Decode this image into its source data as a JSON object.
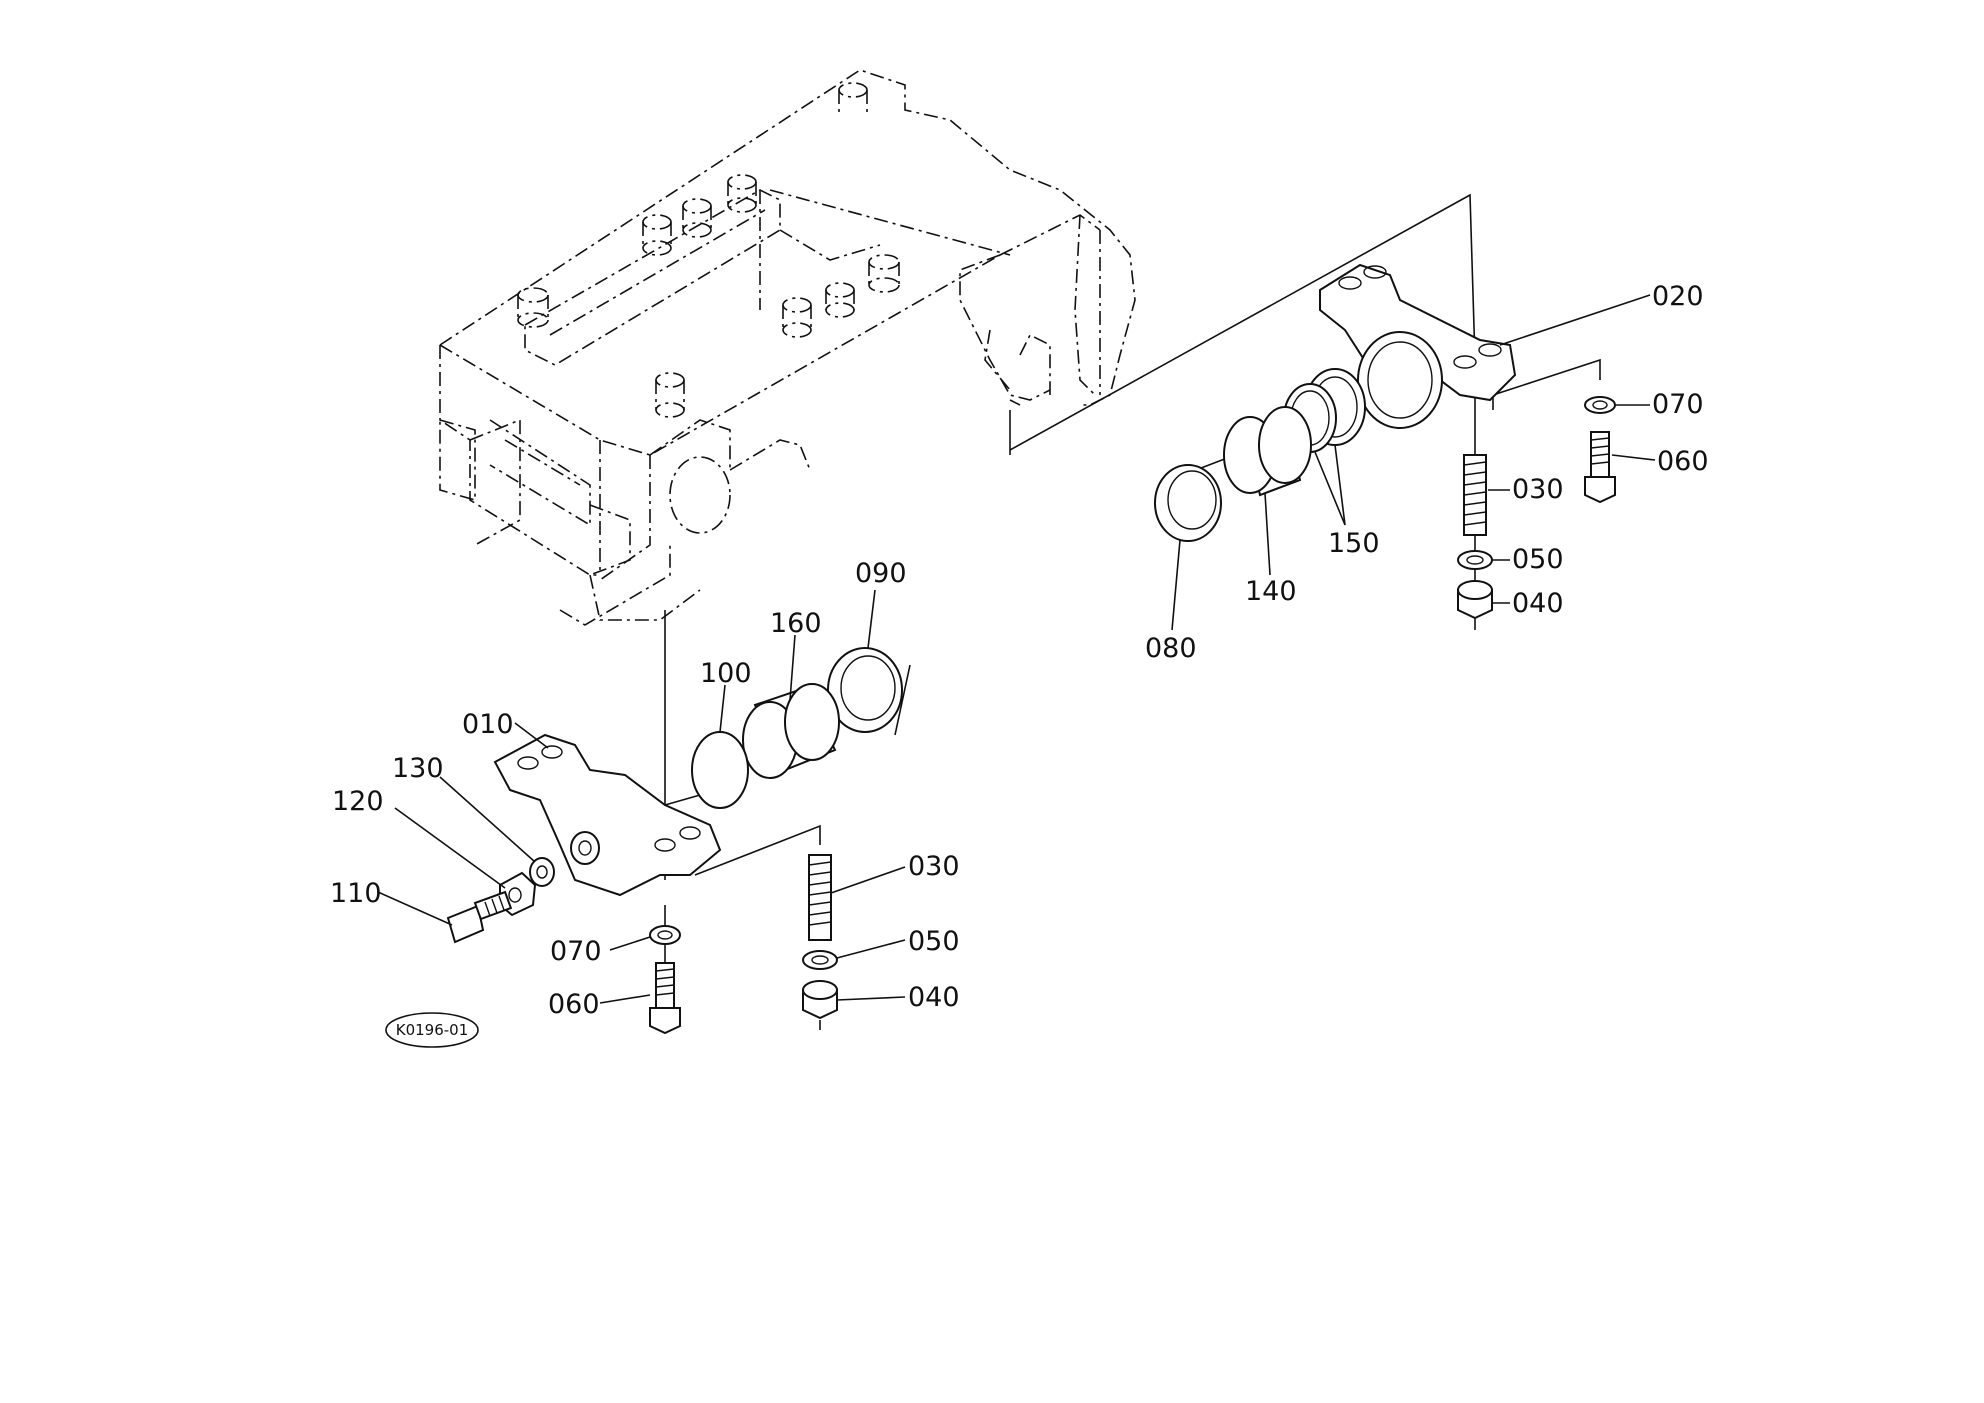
{
  "figure_code": "K0196-01",
  "callouts": {
    "p010": "010",
    "p020": "020",
    "p030_left": "030",
    "p030_right": "030",
    "p040_left": "040",
    "p040_right": "040",
    "p050_left": "050",
    "p050_right": "050",
    "p060_left": "060",
    "p060_right": "060",
    "p070_left": "070",
    "p070_right": "070",
    "p080": "080",
    "p090": "090",
    "p100": "100",
    "p110": "110",
    "p120": "120",
    "p130": "130",
    "p140": "140",
    "p150": "150",
    "p160": "160"
  }
}
